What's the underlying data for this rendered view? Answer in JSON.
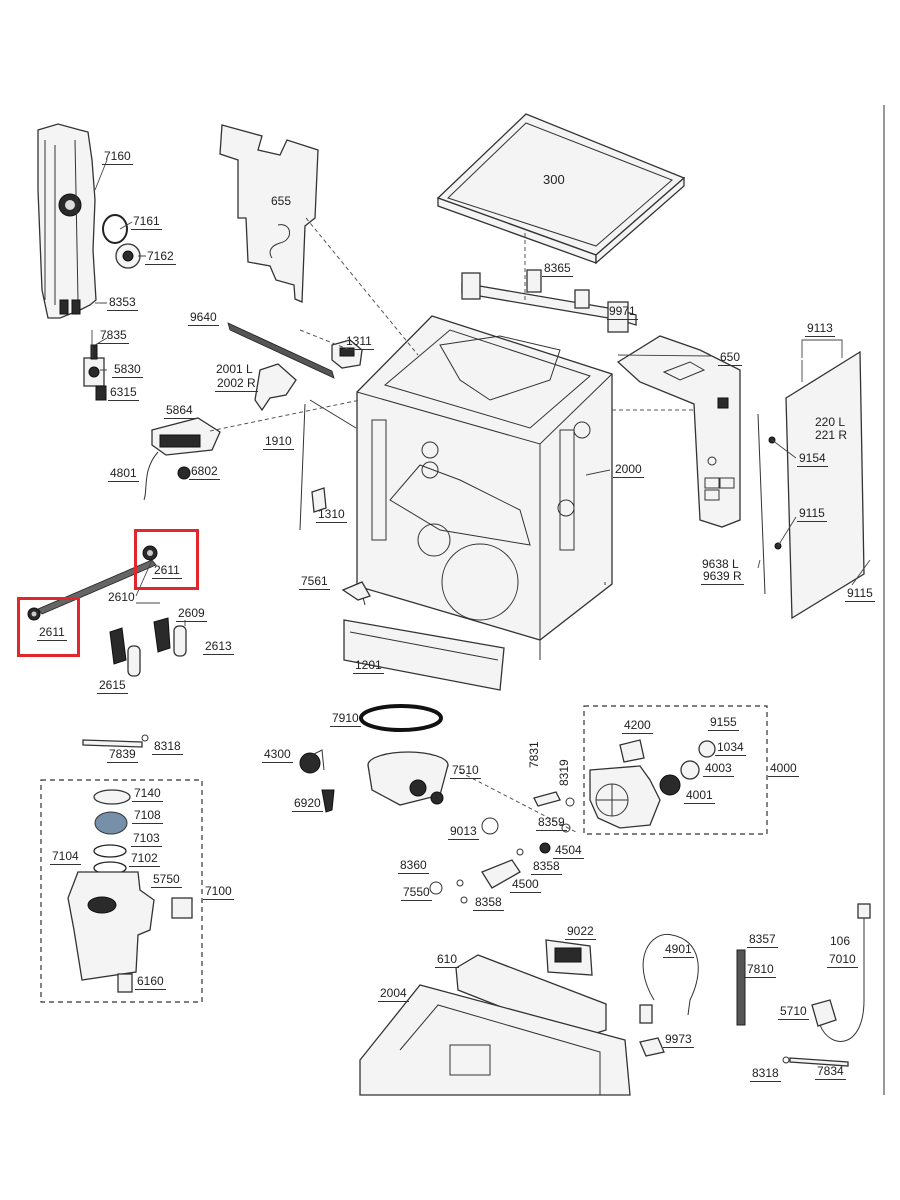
{
  "highlight_color": "#e2262b",
  "labels": {
    "p7160": "7160",
    "p7161": "7161",
    "p7162": "7162",
    "p8353": "8353",
    "p7835": "7835",
    "p5830": "5830",
    "p6315": "6315",
    "p655": "655",
    "p300": "300",
    "p8365": "8365",
    "p9971": "9971",
    "p9640": "9640",
    "p1311": "1311",
    "p2001": "2001 L",
    "p2002": "2002 R",
    "p5864": "5864",
    "p1910": "1910",
    "p4801": "4801",
    "p6802": "6802",
    "p1310": "1310",
    "p650": "650",
    "p9113": "9113",
    "p220": "220 L",
    "p221": "221 R",
    "p9154": "9154",
    "p2000": "2000",
    "p9115a": "9115",
    "p9638": "9638 L",
    "p9639": "9639 R",
    "p9115b": "9115",
    "p2611a": "2611",
    "p2610": "2610",
    "p2611b": "2611",
    "p2609": "2609",
    "p2613": "2613",
    "p2615": "2615",
    "p7561": "7561",
    "p1201": "1201",
    "p7910": "7910",
    "p4300": "4300",
    "p7510": "7510",
    "p6920": "6920",
    "p7839": "7839",
    "p8318a": "8318",
    "p7140": "7140",
    "p7108": "7108",
    "p7103": "7103",
    "p7104": "7104",
    "p7102": "7102",
    "p5750": "5750",
    "p7100": "7100",
    "p6160": "6160",
    "p4200": "4200",
    "p9155": "9155",
    "p1034": "1034",
    "p4003": "4003",
    "p4000": "4000",
    "p4001": "4001",
    "p7831": "7831",
    "p8319": "8319",
    "p8359": "8359",
    "p4504": "4504",
    "p9013": "9013",
    "p8358a": "8358",
    "p8360": "8360",
    "p4500": "4500",
    "p7550": "7550",
    "p8358b": "8358",
    "p9022": "9022",
    "p610": "610",
    "p2004": "2004",
    "p4901": "4901",
    "p9973": "9973",
    "p8357": "8357",
    "p7810": "7810",
    "p106": "106",
    "p7010": "7010",
    "p5710": "5710",
    "p8318b": "8318",
    "p7834": "7834"
  }
}
